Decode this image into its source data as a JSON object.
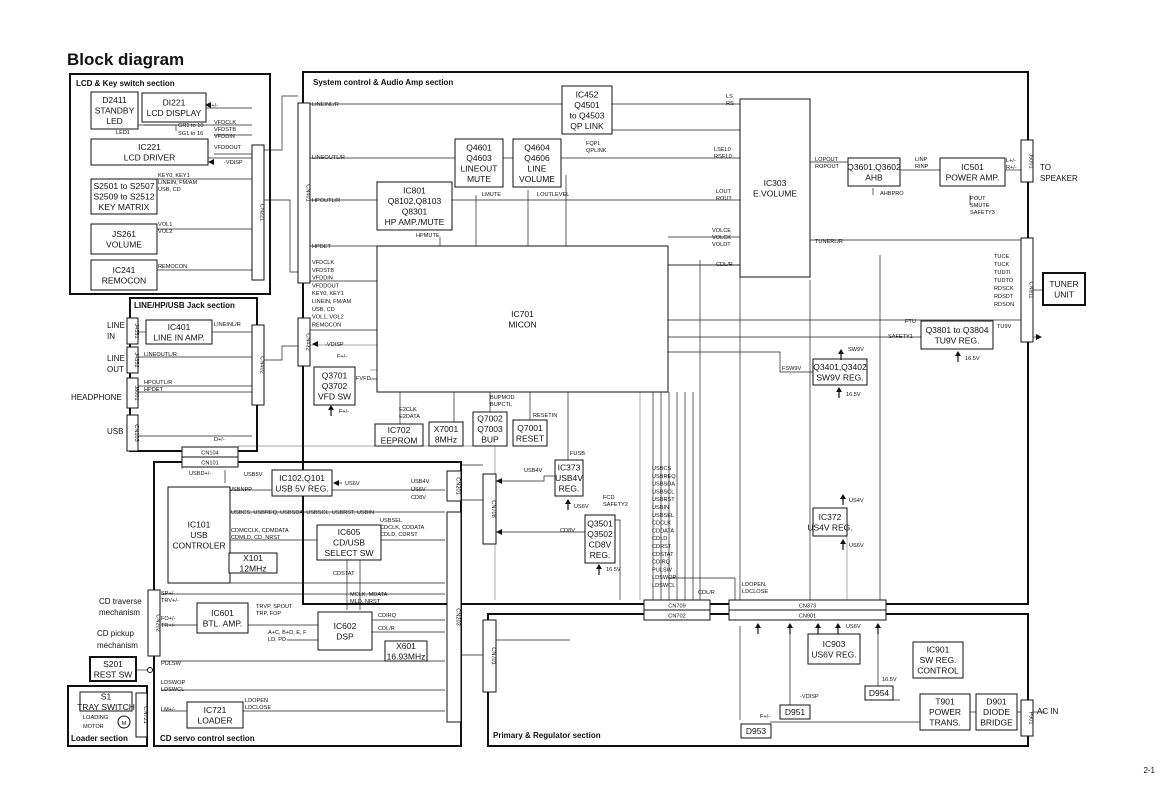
{
  "page": {
    "title": "Block diagram",
    "page_number": "2-1"
  },
  "sections": {
    "lcd_key": "LCD & Key switch section",
    "jack": "LINE/HP/USB Jack section",
    "system": "System control & Audio Amp section",
    "cd_servo": "CD servo control section",
    "loader": "Loader section",
    "primary": "Primary & Regulator section"
  },
  "blocks": {
    "d2411": [
      "D2411",
      "STANDBY",
      "LED"
    ],
    "di221": [
      "DI221",
      "LCD DISPLAY"
    ],
    "ic221": [
      "IC221",
      "LCD DRIVER"
    ],
    "keymatrix": [
      "S2501 to S2507",
      "S2509 to S2512",
      "KEY MATRIX"
    ],
    "js261": [
      "JS261",
      "VOLUME"
    ],
    "ic241": [
      "IC241",
      "REMOCON"
    ],
    "ic401": [
      "IC401",
      "LINE IN  AMP."
    ],
    "ic452": [
      "IC452",
      "Q4501",
      "to Q4503",
      "QP LINK"
    ],
    "q4601": [
      "Q4601",
      "Q4603",
      "LINEOUT",
      "MUTE"
    ],
    "q4604": [
      "Q4604",
      "Q4606",
      "LINE",
      "VOLUME"
    ],
    "ic801": [
      "IC801",
      "Q8102,Q8103",
      "Q8301",
      "HP AMP./MUTE"
    ],
    "ic303": [
      "IC303",
      "E.VOLUME"
    ],
    "q3601": [
      "Q3601,Q3602",
      "AHB"
    ],
    "ic501": [
      "IC501",
      "POWER AMP."
    ],
    "ic701": [
      "IC701",
      "MICON"
    ],
    "q3701": [
      "Q3701",
      "Q3702",
      "VFD SW"
    ],
    "ic702": [
      "IC702",
      "EEPROM"
    ],
    "x7001": [
      "X7001",
      "8MHz"
    ],
    "q7002": [
      "Q7002",
      "Q7003",
      "BUP"
    ],
    "q7001": [
      "Q7001",
      "RESET"
    ],
    "q3801": [
      "Q3801 to Q3804",
      "TU9V REG."
    ],
    "q3401": [
      "Q3401,Q3402",
      "SW9V REG."
    ],
    "tuner": [
      "TUNER",
      "UNIT"
    ],
    "ic102": [
      "IC102,Q101",
      "USB 5V REG."
    ],
    "ic373": [
      "IC373",
      "USB4V",
      "REG."
    ],
    "ic101": [
      "IC101",
      "USB",
      "CONTROLER"
    ],
    "ic605": [
      "IC605",
      "CD/USB",
      "SELECT SW"
    ],
    "x101": [
      "X101",
      "12MHz"
    ],
    "q3501": [
      "Q3501",
      "Q3502",
      "CD8V",
      "REG."
    ],
    "ic372": [
      "IC372",
      "US4V REG."
    ],
    "ic601": [
      "IC601",
      "BTL. AMP."
    ],
    "ic602": [
      "IC602",
      "DSP"
    ],
    "x601": [
      "X601",
      "16.93MHz"
    ],
    "s201": [
      "S201",
      "REST SW"
    ],
    "ic721": [
      "IC721",
      "LOADER"
    ],
    "s1": [
      "S1",
      "TRAY SWITCH"
    ],
    "ic903": [
      "IC903",
      "US6V REG."
    ],
    "ic901": [
      "IC901",
      "SW REG.",
      "CONTROL"
    ],
    "t901": [
      "T901",
      "POWER",
      "TRANS."
    ],
    "d901": [
      "D901",
      "DIODE",
      "BRIDGE"
    ],
    "d954": [
      "D954"
    ],
    "d951": [
      "D951"
    ],
    "d953": [
      "D953"
    ]
  },
  "connectors": {
    "cn221": "CN221",
    "cn401": "CN401",
    "cn432": "CN432",
    "cn402": "CN402",
    "j4351": "J4351",
    "j4352": "J4352",
    "j8001": "J8001",
    "cn103": "CN103",
    "cn104": "CN104",
    "cn101": "CN101",
    "cn201": "CN201",
    "cn708": "CN708",
    "cn202": "CN202",
    "cn203": "CN203",
    "cn721": "CN721",
    "cn701": "CN701",
    "cn709": "CN709",
    "cn702": "CN702",
    "cn373": "CN373",
    "cn901": "CN901",
    "cn911": "CN911",
    "j5001": "J5001",
    "p901": "P901"
  },
  "external": {
    "line_in": [
      "LINE",
      "IN"
    ],
    "line_out": [
      "LINE",
      "OUT"
    ],
    "headphone": "HEADPHONE",
    "usb": "USB",
    "to_speaker": [
      "TO",
      "SPEAKER"
    ],
    "ac_in": "AC IN",
    "cd_traverse": [
      "CD traverse",
      "mechanism"
    ],
    "cd_pickup": [
      "CD pickup",
      "mechanism"
    ],
    "loading_motor": [
      "LOADING",
      "MOTOR"
    ],
    "motor_symbol": "M"
  },
  "signals": {
    "fpm": "F+/-",
    "gr1": "GR1 to 10",
    "sg1": "SG1 to 16",
    "led1": "LED1",
    "vfdclk_group": [
      "VFDCLK",
      "VFDSTB",
      "VFDDIN"
    ],
    "vfddout": "VFDDOUT",
    "vdisp_neg": "-VDISP",
    "key_group": [
      "KEY0, KEY1",
      "LINEIN, FM/AM",
      "USB, CD"
    ],
    "vol_group": [
      "VOL1",
      "VOL2"
    ],
    "remocon": "REMOCON",
    "lineinlr_j": "LINEINL/R",
    "lineoutlr_j": "LINEOUTL/R",
    "hpout_group": [
      "HPOUTL/R",
      "HPDET"
    ],
    "dpm": "D+/-",
    "lineinlr_s": "LINEINL/R",
    "lineoutlr_s": "LINEOUTL/R",
    "hpoutlr": "HPOUTL/R",
    "hpdet": "HPDET",
    "ls_rs": [
      "LS",
      "RS"
    ],
    "fqpl": [
      "FQPL",
      "QPLINK"
    ],
    "lsel": [
      "LSEL0",
      "RSEL0"
    ],
    "lmute": "LMUTE",
    "loutlevel": "LOUTLEVEL",
    "hpmute": "HPMUTE",
    "lout_rout": [
      "LOUT",
      "ROUT"
    ],
    "volce_group": [
      "VOLCE",
      "VOLCK",
      "VOLDT"
    ],
    "cdlr_top": "CDL/R",
    "lopout": [
      "LOPOUT",
      "ROPOUT"
    ],
    "linp": [
      "LINP",
      "RINP"
    ],
    "ahbpro": "AHBPRO",
    "pout": [
      "POUT",
      "SMUTE",
      "SAFETY3"
    ],
    "lr_pm": [
      "L+/-",
      "R+/-"
    ],
    "tunerlr": "TUNERL/R",
    "tuce_group": [
      "TUCE",
      "TUCK",
      "TUDTI",
      "TUDTO",
      "RDSCK",
      "RDSDT",
      "RDSON"
    ],
    "mic_group": [
      "VFDCLK",
      "VFDSTB",
      "VFDDIN",
      "VFDDOUT",
      "KEY0, KEY1",
      "LINEIN, FM/AM",
      "USB, CD",
      "VOL1, VOL2",
      "REMOCON"
    ],
    "fvfd": "FVFD",
    "e2": [
      "E2CLK",
      "E2DATA"
    ],
    "bup": [
      "BUPMOD",
      "BUPCTL"
    ],
    "resetin": "RESETIN",
    "ftu": "FTU",
    "safety1": "SAFETY1",
    "tu9v": "TU9V",
    "sw9v": "SW9V",
    "fsw9v": "FSW9V",
    "v165a": "16.5V",
    "v165b": "16.5V",
    "fusb": "FUSB",
    "usb5v": "USB5V",
    "usbdpm": "USBD+/-",
    "usbnpp": "USBNPP",
    "us6v_a": "US6V",
    "usb4v_a": "USB4V",
    "usb4v_group": [
      "USB4V",
      "US6V",
      "CD8V"
    ],
    "us6v_b": "US6V",
    "fcd": [
      "FCD",
      "SAFETY2"
    ],
    "cd8v": "CD8V",
    "v165c": "16.5V",
    "usbcs_line": "USBCS, USBREQ, USBSDA, USBSCL, USBRST, USBIN",
    "usbsel_group": [
      "USBSEL",
      "CDCLK, CDDATA",
      "CDLD, CDRST"
    ],
    "cdmcclk": [
      "CDMCCLK, CDMDATA",
      "CDMLD, CD_NRST"
    ],
    "cdstat": "CDSTAT",
    "bus_group": [
      "USBCS",
      "USBREQ",
      "USBSDA",
      "USBSCL",
      "USBRST",
      "USBIN",
      "USBSEL",
      "CDCLK",
      "CDDATA",
      "CDLD",
      "CDRST",
      "CDSTAT",
      "CDIRQ",
      "PULSW",
      "LDSWOP",
      "LDSWCL"
    ],
    "us4v_a": "US4V",
    "us6v_c": "US6V",
    "sppm": [
      "SP+/-",
      "TRV+/-"
    ],
    "fopm": [
      "FO+/-",
      "TR+/-"
    ],
    "trvp": [
      "TRVP, SPOUT",
      "TRP, FOP"
    ],
    "mclk": [
      "MCLK, MDATA",
      "MLD, NRST"
    ],
    "cdirq": "CDIRQ",
    "cdlr_cd": "CDL/R",
    "acbd": [
      "A+C, B+D, E, F",
      "LD, PD"
    ],
    "pulsw": "PULSW",
    "ldswop": [
      "LDSWOP",
      "LDSWCL"
    ],
    "lmpm": "LM+/-",
    "ldopen": [
      "LDOPEN",
      "LDCLOSE"
    ],
    "cdlr_bot": "CDL/R",
    "ldopen2": [
      "LDOPEN,",
      "LDCLOSE"
    ],
    "us6v_d": "US6V",
    "us6v_e": "US6V",
    "v165d": "16.5V",
    "vdisp2": "-VDISP",
    "fpm2": "F+/-"
  }
}
